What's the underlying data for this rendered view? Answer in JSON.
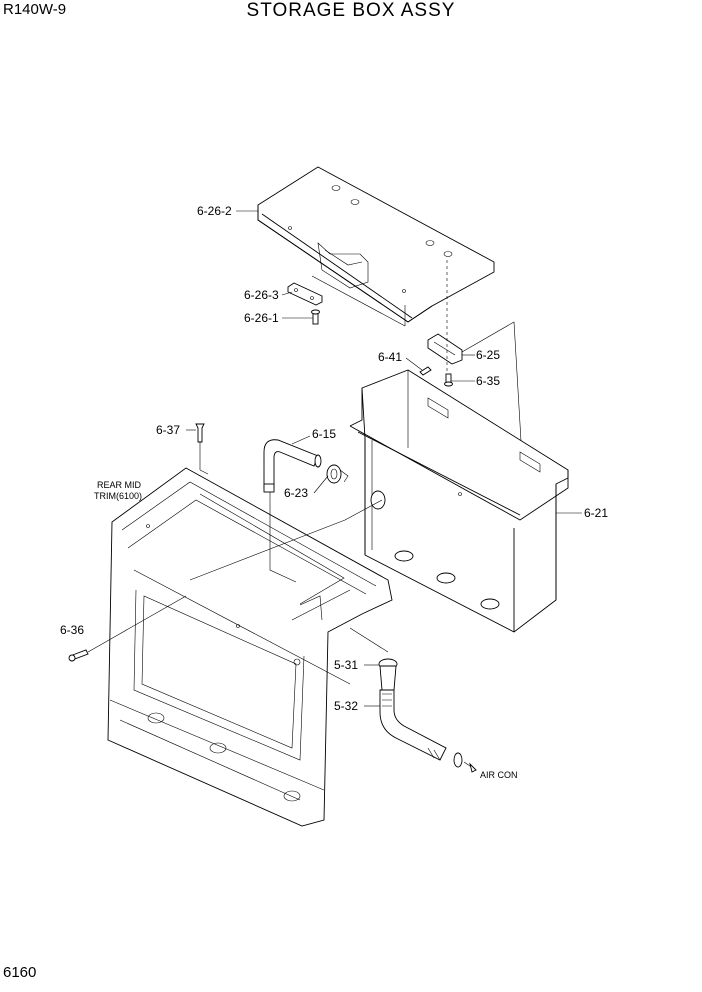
{
  "header": {
    "model": "R140W-9",
    "title": "STORAGE BOX ASSY"
  },
  "footer": {
    "page_number": "6160"
  },
  "callouts": {
    "c_6_26_2": "6-26-2",
    "c_6_26_3": "6-26-3",
    "c_6_26_1": "6-26-1",
    "c_6_41": "6-41",
    "c_6_25": "6-25",
    "c_6_35": "6-35",
    "c_6_37": "6-37",
    "c_6_15": "6-15",
    "c_6_23": "6-23",
    "c_6_21": "6-21",
    "c_6_36": "6-36",
    "c_5_31": "5-31",
    "c_5_32": "5-32"
  },
  "notes": {
    "rear_mid_line1": "REAR MID",
    "rear_mid_line2": "TRIM(6100)",
    "air_con": "AIR CON"
  }
}
